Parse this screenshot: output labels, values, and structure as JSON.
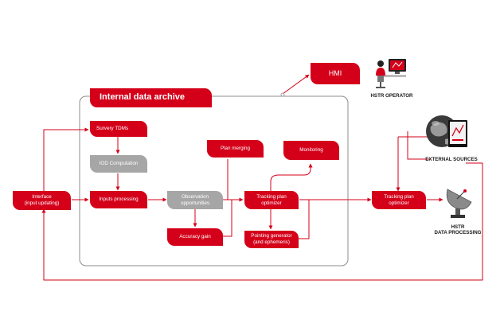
{
  "nodes": {
    "internal_data_archive": "Internal data archive",
    "hmi": "HMI",
    "survey_tdms": "Survery TDMs",
    "iod_computation": "IOD Computation",
    "inputs_processing": "Inputs processing",
    "interface": "Interface\n(input updating)",
    "observation_opportunities": "Observation\nopportunities",
    "accuracy_gain": "Accuracy gain",
    "plan_merging": "Plan merging",
    "monitoring": "Monitoring",
    "tracking_plan_optimizer_internal": "Tracking plan\noptimizer",
    "pointing_generator": "Pointing generator\n(and ephemeris)",
    "tracking_plan_optimizer_external": "Tracking plan\noptimizer"
  },
  "labels": {
    "hstr_operator": "HSTR OPERATOR",
    "external_sources": "EXTERNAL SOURCES",
    "hstr_data_processing": "HSTR\nDATA PROCESSING"
  },
  "icons": [
    "operator-workstation-icon",
    "globe-monitor-icon",
    "radar-dish-icon"
  ],
  "colors": {
    "accent": "#d4001a",
    "neutral": "#a6a6a6",
    "frame": "#8c8c8c"
  }
}
